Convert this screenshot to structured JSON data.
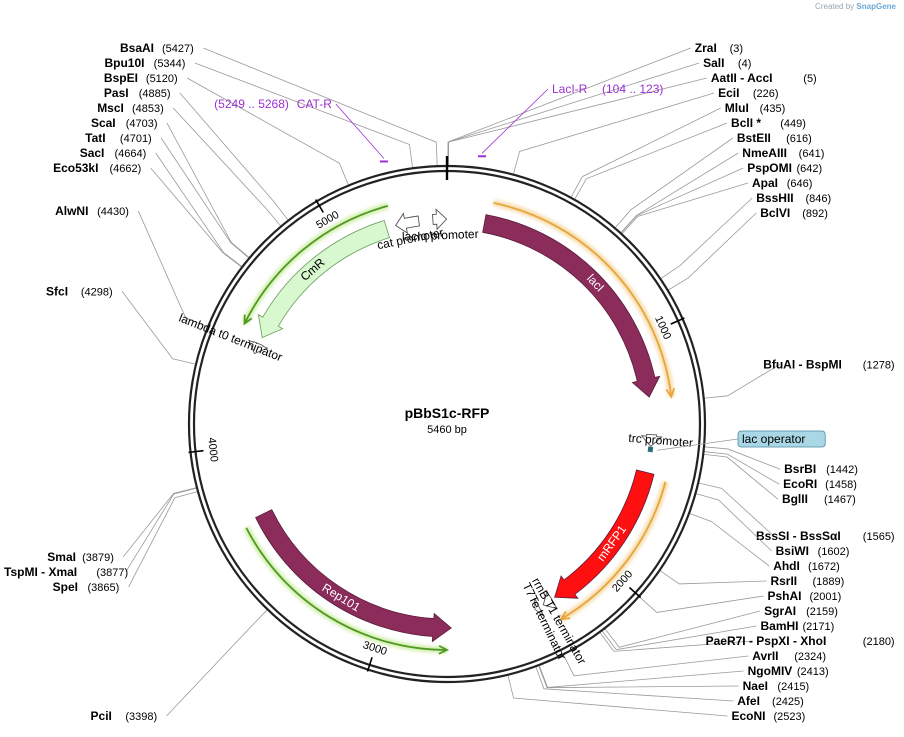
{
  "header": {
    "created_by": "Created by",
    "brand": "SnapGene"
  },
  "plasmid": {
    "name": "pBbS1c-RFP",
    "size": "5460 bp",
    "length_bp": 5460
  },
  "ticks": [
    {
      "label": "1000",
      "pos": 1000
    },
    {
      "label": "2000",
      "pos": 2000
    },
    {
      "label": "3000",
      "pos": 3000
    },
    {
      "label": "4000",
      "pos": 4000
    },
    {
      "label": "5000",
      "pos": 5000
    }
  ],
  "features": [
    {
      "label": "lacI",
      "type": "gene",
      "color": "#8b2c5b",
      "start": 160,
      "end": 1250,
      "dir": 1
    },
    {
      "label": "mRFP1",
      "type": "gene",
      "color": "#ff1010",
      "start": 1572,
      "end": 2247,
      "dir": 1
    },
    {
      "label": "Rep101",
      "type": "gene",
      "color": "#8b2c5b",
      "start": 2712,
      "end": 3700,
      "dir": -1
    },
    {
      "label": "CmR",
      "type": "gene",
      "color": "#d8f8d0",
      "start": 4475,
      "end": 5200,
      "dir": -1
    },
    {
      "label": "cat promoter",
      "type": "promoter",
      "color": "#ffffff",
      "start": 5240,
      "end": 5340,
      "dir": -1
    },
    {
      "label": "lacIq promoter",
      "type": "promoter",
      "color": "#ffffff",
      "start": 5400,
      "end": 5458,
      "dir": 1
    },
    {
      "label": "trc promoter",
      "type": "promoter",
      "color": "#ffffff",
      "start": 1410,
      "end": 1460,
      "dir": 1
    },
    {
      "label": "rrnB T1 terminator",
      "type": "terminator",
      "color": "#ffffff",
      "start": 2262,
      "end": 2305,
      "dir": 1
    },
    {
      "label": "T7Te terminator",
      "type": "terminator",
      "color": "#ffffff",
      "start": 2325,
      "end": 2345,
      "dir": 1
    },
    {
      "label": "lambda t0 terminator",
      "type": "terminator",
      "color": "#ffffff",
      "start": 4400,
      "end": 4445,
      "dir": -1
    },
    {
      "label": "lac operator",
      "type": "operator",
      "color": "#2d6e78",
      "start": 1462,
      "end": 1484,
      "dir": 0
    }
  ],
  "translations": [
    {
      "color": "#e8a53a",
      "glow": "#f7dfb2",
      "start": 180,
      "end": 1260,
      "dir": 1
    },
    {
      "color": "#e8a53a",
      "glow": "#f7dfb2",
      "start": 1590,
      "end": 2270,
      "dir": 1
    },
    {
      "color": "#4f9a24",
      "glow": "#d6f0b4",
      "start": 2730,
      "end": 3680,
      "dir": -1
    },
    {
      "color": "#4f9a24",
      "glow": "#d6f0b4",
      "start": 4495,
      "end": 5230,
      "dir": -1
    }
  ],
  "primers": [
    {
      "name": "CAT-R",
      "range": "(5249 .. 5268)",
      "pos": 5255
    },
    {
      "name": "LacI-R",
      "range": "(104 .. 123)",
      "pos": 113
    }
  ],
  "sites": [
    {
      "name": "ZraI",
      "pos": 3,
      "pos_label": "(3)"
    },
    {
      "name": "BsaAI",
      "pos": 5427,
      "pos_label": "(5427)"
    },
    {
      "name": "Bpu10I",
      "pos": 5344,
      "pos_label": "(5344)"
    },
    {
      "name": "BspEI",
      "pos": 5120,
      "pos_label": "(5120)"
    },
    {
      "name": "PasI",
      "pos": 4885,
      "pos_label": "(4885)"
    },
    {
      "name": "MscI",
      "pos": 4853,
      "pos_label": "(4853)"
    },
    {
      "name": "ScaI",
      "pos": 4703,
      "pos_label": "(4703)"
    },
    {
      "name": "TatI",
      "pos": 4701,
      "pos_label": "(4701)"
    },
    {
      "name": "SacI",
      "pos": 4664,
      "pos_label": "(4664)"
    },
    {
      "name": "Eco53kI",
      "pos": 4662,
      "pos_label": "(4662)"
    },
    {
      "name": "AlwNI",
      "pos": 4430,
      "pos_label": "(4430)"
    },
    {
      "name": "SfcI",
      "pos": 4298,
      "pos_label": "(4298)"
    },
    {
      "name": "SmaI",
      "pos": 3879,
      "pos_label": "(3879)"
    },
    {
      "name": "TspMI - XmaI",
      "pos": 3877,
      "pos_label": "(3877)"
    },
    {
      "name": "SpeI",
      "pos": 3865,
      "pos_label": "(3865)"
    },
    {
      "name": "PciI",
      "pos": 3398,
      "pos_label": "(3398)"
    },
    {
      "name": "EcoNI",
      "pos": 2523,
      "pos_label": "(2523)"
    },
    {
      "name": "SalI",
      "pos": 4,
      "pos_label": "(4)"
    },
    {
      "name": "AatII - AccI",
      "pos": 5,
      "pos_label": "(5)"
    },
    {
      "name": "EciI",
      "pos": 226,
      "pos_label": "(226)"
    },
    {
      "name": "MluI",
      "pos": 435,
      "pos_label": "(435)"
    },
    {
      "name": "BclI *",
      "pos": 449,
      "pos_label": "(449)"
    },
    {
      "name": "BstEII",
      "pos": 616,
      "pos_label": "(616)"
    },
    {
      "name": "NmeAIII",
      "pos": 641,
      "pos_label": "(641)"
    },
    {
      "name": "PspOMI",
      "pos": 642,
      "pos_label": "(642)"
    },
    {
      "name": "ApaI",
      "pos": 646,
      "pos_label": "(646)"
    },
    {
      "name": "BssHII",
      "pos": 846,
      "pos_label": "(846)"
    },
    {
      "name": "BclVI",
      "pos": 892,
      "pos_label": "(892)"
    },
    {
      "name": "BfuAI - BspMI",
      "pos": 1278,
      "pos_label": "(1278)"
    },
    {
      "name": "BsrBI",
      "pos": 1442,
      "pos_label": "(1442)"
    },
    {
      "name": "EcoRI",
      "pos": 1458,
      "pos_label": "(1458)"
    },
    {
      "name": "BglII",
      "pos": 1467,
      "pos_label": "(1467)"
    },
    {
      "name": "BssSI - BssSαI",
      "pos": 1565,
      "pos_label": "(1565)"
    },
    {
      "name": "BsiWI",
      "pos": 1602,
      "pos_label": "(1602)"
    },
    {
      "name": "AhdI",
      "pos": 1672,
      "pos_label": "(1672)"
    },
    {
      "name": "RsrII",
      "pos": 1889,
      "pos_label": "(1889)"
    },
    {
      "name": "PshAI",
      "pos": 2001,
      "pos_label": "(2001)"
    },
    {
      "name": "SgrAI",
      "pos": 2159,
      "pos_label": "(2159)"
    },
    {
      "name": "BamHI",
      "pos": 2171,
      "pos_label": "(2171)"
    },
    {
      "name": "PaeR7I - PspXI - XhoI",
      "pos": 2180,
      "pos_label": "(2180)"
    },
    {
      "name": "AvrII",
      "pos": 2324,
      "pos_label": "(2324)"
    },
    {
      "name": "NgoMIV",
      "pos": 2413,
      "pos_label": "(2413)"
    },
    {
      "name": "NaeI",
      "pos": 2415,
      "pos_label": "(2415)"
    },
    {
      "name": "AfeI",
      "pos": 2425,
      "pos_label": "(2425)"
    }
  ]
}
